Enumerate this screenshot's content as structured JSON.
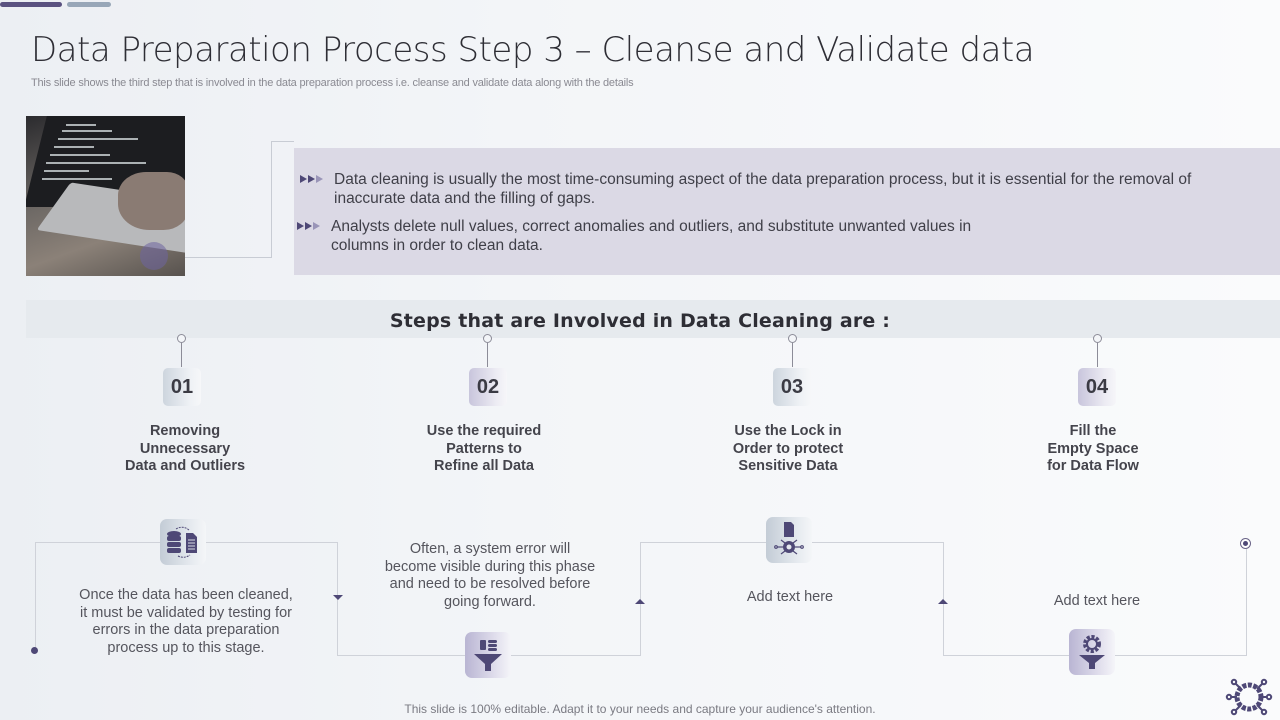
{
  "slide": {
    "title": "Data Preparation Process Step 3 – Cleanse and Validate data",
    "subtitle": "This slide shows the third step that is involved in the data preparation process i.e. cleanse and validate data along with the details",
    "footer": "This slide is 100% editable. Adapt it to your needs and capture your audience's attention."
  },
  "image": {
    "icon": "laptop-coding-photo",
    "alt": "Hands typing code on a laptop"
  },
  "info_box": {
    "bullets": [
      {
        "icon": "triple-arrow-icon",
        "text": "Data cleaning is usually the most time-consuming aspect of the data preparation process, but it is essential for the removal of inaccurate data and the filling of gaps."
      },
      {
        "icon": "triple-arrow-icon",
        "text": "Analysts delete null values, correct anomalies and outliers, and substitute unwanted values in columns in order to clean data."
      }
    ]
  },
  "steps_section": {
    "heading": "Steps that are Involved in Data Cleaning are :",
    "steps": [
      {
        "number": "01",
        "label": "Removing\nUnnecessary\nData and Outliers",
        "tile_color": "blue"
      },
      {
        "number": "02",
        "label": "Use the required\nPatterns to\nRefine all Data",
        "tile_color": "purple"
      },
      {
        "number": "03",
        "label": "Use the Lock in\nOrder to protect\nSensitive Data",
        "tile_color": "blue"
      },
      {
        "number": "04",
        "label": "Fill the\nEmpty  Space\nfor Data Flow",
        "tile_color": "purple"
      }
    ]
  },
  "flow": {
    "items": [
      {
        "icon": "database-document-sync-icon",
        "text": "Once the data has been cleaned,\nit must be validated  by testing for\nerrors in the data preparation\nprocess up to this stage."
      },
      {
        "icon": "data-filter-funnel-icon",
        "text": "Often, a system error will\nbecome visible during this phase\nand need to be resolved before\ngoing forward."
      },
      {
        "icon": "document-gear-network-icon",
        "text": "Add text here"
      },
      {
        "icon": "gear-funnel-icon",
        "text": "Add text here"
      }
    ]
  },
  "colors": {
    "accent": "#4e4876",
    "info_box_bg": "#dbd9e5",
    "band_bg": "#e6eaee",
    "text": "#3f3f48"
  }
}
